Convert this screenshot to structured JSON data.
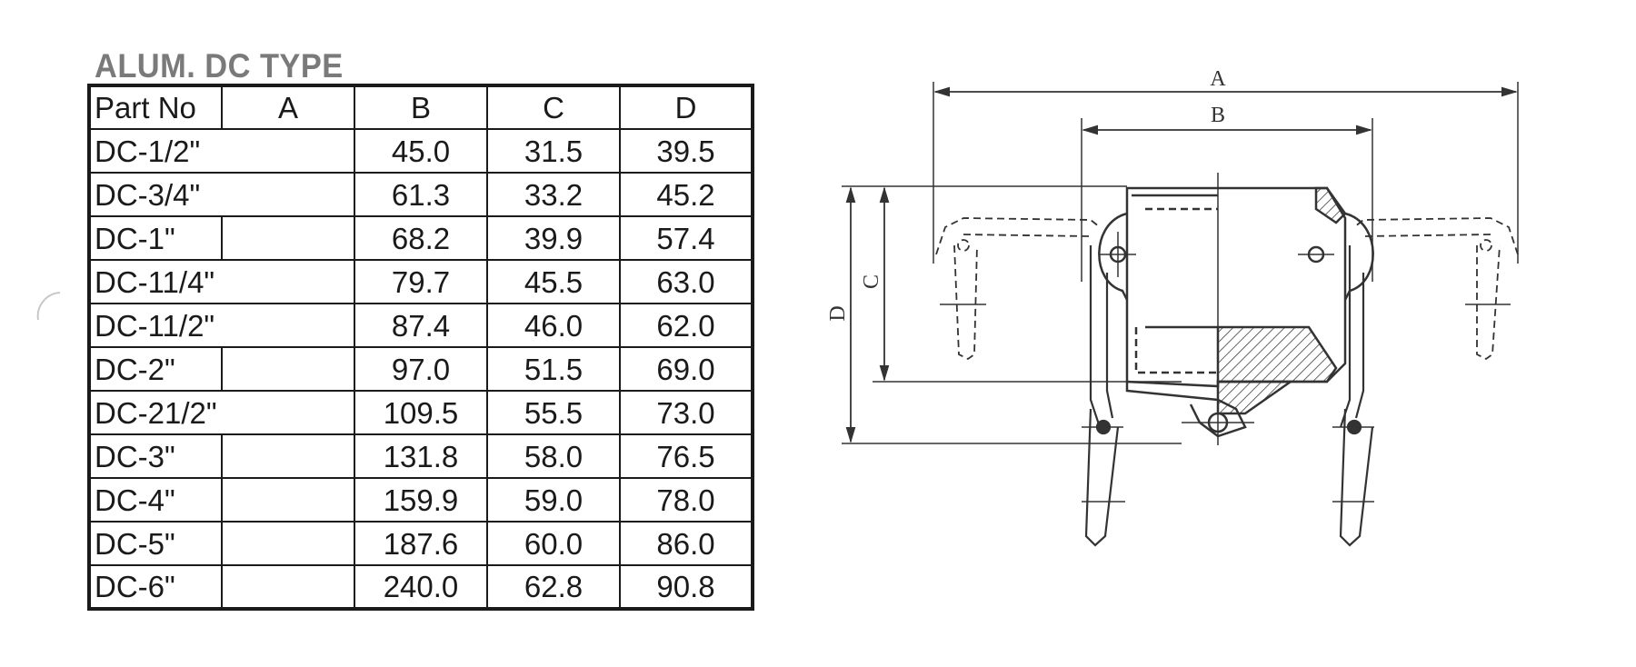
{
  "title": "ALUM. DC TYPE",
  "table": {
    "headers": [
      "Part No",
      "A",
      "B",
      "C",
      "D"
    ],
    "rows": [
      {
        "part": "DC-1/2\"",
        "a": "",
        "b": "45.0",
        "c": "31.5",
        "d": "39.5",
        "merged": true
      },
      {
        "part": "DC-3/4\"",
        "a": "",
        "b": "61.3",
        "c": "33.2",
        "d": "45.2",
        "merged": true
      },
      {
        "part": "DC-1\"",
        "a": "",
        "b": "68.2",
        "c": "39.9",
        "d": "57.4",
        "merged": false
      },
      {
        "part": "DC-11/4\"",
        "a": "",
        "b": "79.7",
        "c": "45.5",
        "d": "63.0",
        "merged": true
      },
      {
        "part": "DC-11/2\"",
        "a": "",
        "b": "87.4",
        "c": "46.0",
        "d": "62.0",
        "merged": true
      },
      {
        "part": "DC-2\"",
        "a": "",
        "b": "97.0",
        "c": "51.5",
        "d": "69.0",
        "merged": false
      },
      {
        "part": "DC-21/2\"",
        "a": "",
        "b": "109.5",
        "c": "55.5",
        "d": "73.0",
        "merged": true
      },
      {
        "part": "DC-3\"",
        "a": "",
        "b": "131.8",
        "c": "58.0",
        "d": "76.5",
        "merged": false
      },
      {
        "part": "DC-4\"",
        "a": "",
        "b": "159.9",
        "c": "59.0",
        "d": "78.0",
        "merged": false
      },
      {
        "part": "DC-5\"",
        "a": "",
        "b": "187.6",
        "c": "60.0",
        "d": "86.0",
        "merged": false
      },
      {
        "part": "DC-6\"",
        "a": "",
        "b": "240.0",
        "c": "62.8",
        "d": "90.8",
        "merged": false
      }
    ]
  },
  "drawing": {
    "dim_labels": {
      "a": "A",
      "b": "B",
      "c": "C",
      "d": "D"
    }
  }
}
